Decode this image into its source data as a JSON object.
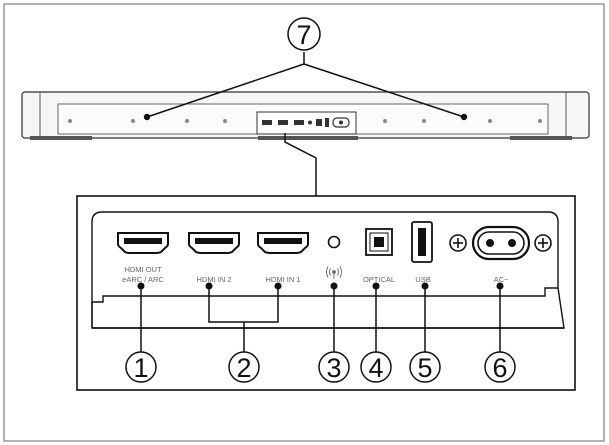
{
  "ports": {
    "hdmi_out_line1": "HDMI OUT",
    "hdmi_out_line2": "eARC / ARC",
    "hdmi_in_2": "HDMI IN 2",
    "hdmi_in_1": "HDMI IN 1",
    "optical": "OPTICAL",
    "usb": "USB",
    "ac": "AC~"
  },
  "callouts": {
    "c1": "1",
    "c2": "2",
    "c3": "3",
    "c4": "4",
    "c5": "5",
    "c6": "6",
    "c7": "7"
  },
  "icons": {
    "wireless": "wireless-antenna-icon",
    "screw": "screw-icon",
    "ac_socket": "ac-socket-icon"
  },
  "colors": {
    "line": "#222222",
    "gray_label": "#666666",
    "bar_fill": "#f6f6f6"
  }
}
